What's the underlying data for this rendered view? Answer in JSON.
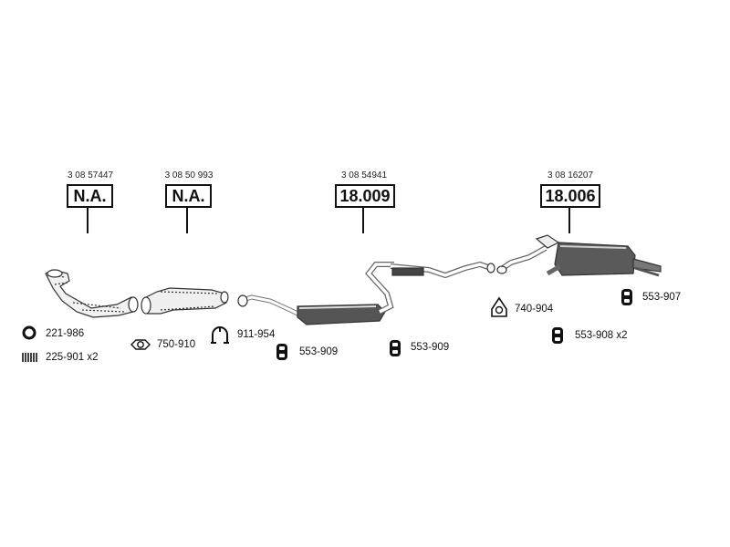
{
  "assemblies": [
    {
      "oe": "3 08 57447",
      "part": "N.A."
    },
    {
      "oe": "3 08 50 993",
      "part": "N.A."
    },
    {
      "oe": "3 08 54941",
      "part": "18.009"
    },
    {
      "oe": "3 08 16207",
      "part": "18.006"
    }
  ],
  "fittings": [
    {
      "code": "221-986",
      "icon": "ring-gasket-icon"
    },
    {
      "code": "225-901 x2",
      "icon": "spring-icon"
    },
    {
      "code": "750-910",
      "icon": "flange-gasket-icon"
    },
    {
      "code": "911-954",
      "icon": "pipe-clamp-icon"
    },
    {
      "code": "553-909",
      "icon": "rubber-hanger-icon"
    },
    {
      "code": "553-909",
      "icon": "rubber-hanger-icon"
    },
    {
      "code": "740-904",
      "icon": "triangular-gasket-icon"
    },
    {
      "code": "553-907",
      "icon": "rubber-hanger-icon"
    },
    {
      "code": "553-908 x2",
      "icon": "rubber-hanger-icon"
    }
  ]
}
